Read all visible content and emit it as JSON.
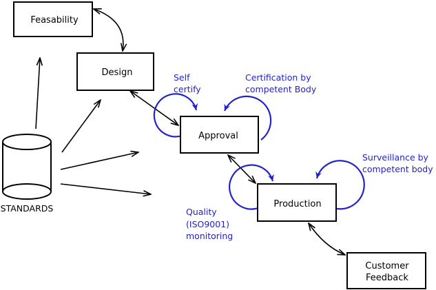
{
  "colors": {
    "ink": "#000000",
    "annotation_blue": "#2222cc",
    "background": "#ffffff"
  },
  "nodes": {
    "feasability": {
      "label": "Feasability"
    },
    "design": {
      "label": "Design"
    },
    "approval": {
      "label": "Approval"
    },
    "production": {
      "label": "Production"
    },
    "customer_feedback": {
      "line1": "Customer",
      "line2": "Feedback"
    },
    "standards": {
      "label": "STANDARDS"
    }
  },
  "annotations": {
    "self_certify": {
      "line1": "Self",
      "line2": "certify"
    },
    "certification": {
      "line1": "Certification by",
      "line2": "competent Body"
    },
    "surveillance": {
      "line1": "Surveillance by",
      "line2": "competent body"
    },
    "quality": {
      "line1": "Quality",
      "line2": "(ISO9001)",
      "line3": "monitoring"
    }
  }
}
